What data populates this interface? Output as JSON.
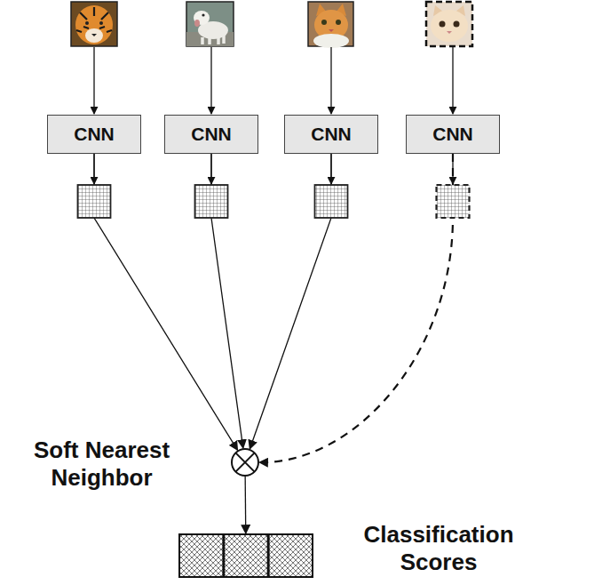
{
  "diagram": {
    "nodes": [
      {
        "text": [
          "CNN"
        ]
      },
      {
        "text": [
          "CNN"
        ]
      },
      {
        "text": [
          "CNN"
        ]
      },
      {
        "text": [
          "CNN"
        ]
      },
      {
        "text": [
          "Soft Nearest Neighbor"
        ]
      },
      {
        "text": [
          "Classification Scores"
        ]
      }
    ],
    "edges": [
      {
        "from": 0,
        "to": 4,
        "arrow": "to"
      },
      {
        "from": 1,
        "to": 4,
        "arrow": "to"
      },
      {
        "from": 2,
        "to": 4,
        "arrow": "to"
      },
      {
        "from": 3,
        "to": 4,
        "arrow": "to"
      },
      {
        "from": 4,
        "to": 5,
        "arrow": "to"
      }
    ]
  }
}
